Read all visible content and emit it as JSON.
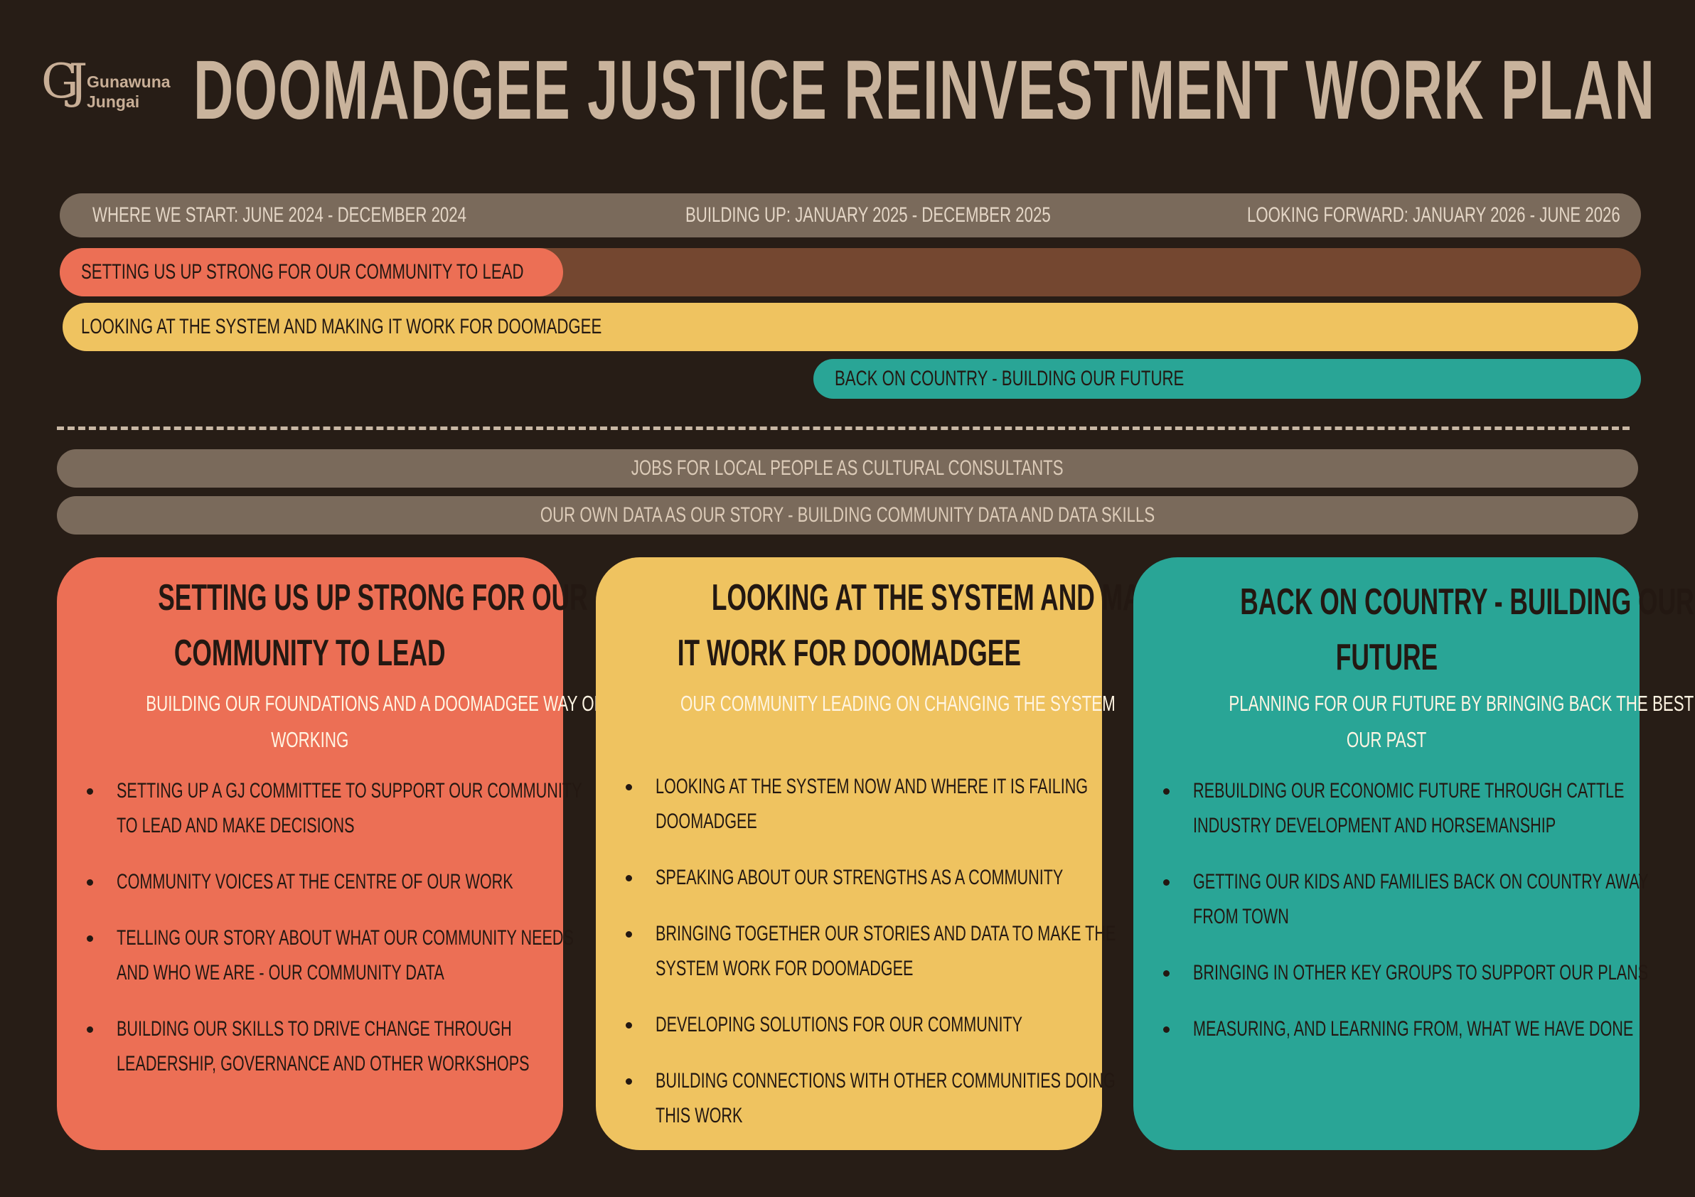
{
  "logo": {
    "mark": "GJ",
    "line1": "Gunawuna",
    "line2": "Jungai"
  },
  "title": "DOOMADGEE JUSTICE REINVESTMENT WORK PLAN",
  "timeline": {
    "periods": [
      "WHERE WE START: JUNE 2024 - DECEMBER 2024",
      "BUILDING UP: JANUARY 2025 - DECEMBER 2025",
      "LOOKING FORWARD: JANUARY 2026 - JUNE 2026"
    ],
    "streams": [
      {
        "label": "SETTING US UP STRONG FOR OUR COMMUNITY TO LEAD",
        "color": "#ec6f55"
      },
      {
        "label": "LOOKING AT THE SYSTEM AND MAKING IT WORK FOR DOOMADGEE",
        "color": "#efc360"
      },
      {
        "label": "BACK ON COUNTRY - BUILDING OUR FUTURE",
        "color": "#29a596"
      }
    ],
    "ongoing": [
      "JOBS FOR LOCAL PEOPLE AS CULTURAL CONSULTANTS",
      "OUR OWN DATA AS OUR STORY - BUILDING COMMUNITY DATA AND DATA SKILLS"
    ]
  },
  "cards": [
    {
      "title_lines": [
        "SETTING US UP STRONG FOR OUR",
        "COMMUNITY TO LEAD"
      ],
      "subtitle_lines": [
        "BUILDING OUR FOUNDATIONS AND A DOOMADGEE WAY OF",
        "WORKING"
      ],
      "bullets": [
        [
          "SETTING UP A GJ COMMITTEE TO SUPPORT OUR COMMUNITY",
          "TO LEAD AND MAKE DECISIONS"
        ],
        [
          "COMMUNITY VOICES AT THE CENTRE OF OUR WORK"
        ],
        [
          "TELLING OUR STORY ABOUT WHAT OUR COMMUNITY NEEDS",
          "AND WHO WE ARE  - OUR  COMMUNITY DATA"
        ],
        [
          "BUILDING OUR SKILLS TO DRIVE CHANGE THROUGH",
          "LEADERSHIP, GOVERNANCE AND OTHER WORKSHOPS"
        ]
      ]
    },
    {
      "title_lines": [
        "LOOKING AT THE SYSTEM AND MAKING",
        "IT WORK FOR DOOMADGEE"
      ],
      "subtitle_lines": [
        "OUR COMMUNITY LEADING ON CHANGING THE SYSTEM"
      ],
      "bullets": [
        [
          "LOOKING AT THE SYSTEM NOW AND WHERE IT IS FAILING",
          "DOOMADGEE"
        ],
        [
          "SPEAKING ABOUT OUR STRENGTHS AS A COMMUNITY"
        ],
        [
          "BRINGING  TOGETHER OUR STORIES AND DATA TO  MAKE THE",
          "SYSTEM  WORK FOR DOOMADGEE"
        ],
        [
          "DEVELOPING SOLUTIONS FOR OUR COMMUNITY"
        ],
        [
          "BUILDING CONNECTIONS  WITH OTHER COMMUNITIES DOING",
          "THIS WORK"
        ]
      ]
    },
    {
      "title_lines": [
        "BACK ON COUNTRY - BUILDING OUR",
        "FUTURE"
      ],
      "subtitle_lines": [
        "PLANNING FOR OUR FUTURE BY BRINGING BACK THE BEST OF",
        "OUR PAST"
      ],
      "bullets": [
        [
          "REBUILDING  OUR ECONOMIC FUTURE THROUGH CATTLE",
          "INDUSTRY DEVELOPMENT AND HORSEMANSHIP"
        ],
        [
          "GETTING OUR KIDS AND FAMILIES BACK ON COUNTRY AWAY",
          "FROM TOWN"
        ],
        [
          "BRINGING IN OTHER KEY GROUPS TO SUPPORT OUR PLANS"
        ],
        [
          "MEASURING, AND LEARNING FROM, WHAT WE HAVE DONE"
        ]
      ]
    }
  ]
}
